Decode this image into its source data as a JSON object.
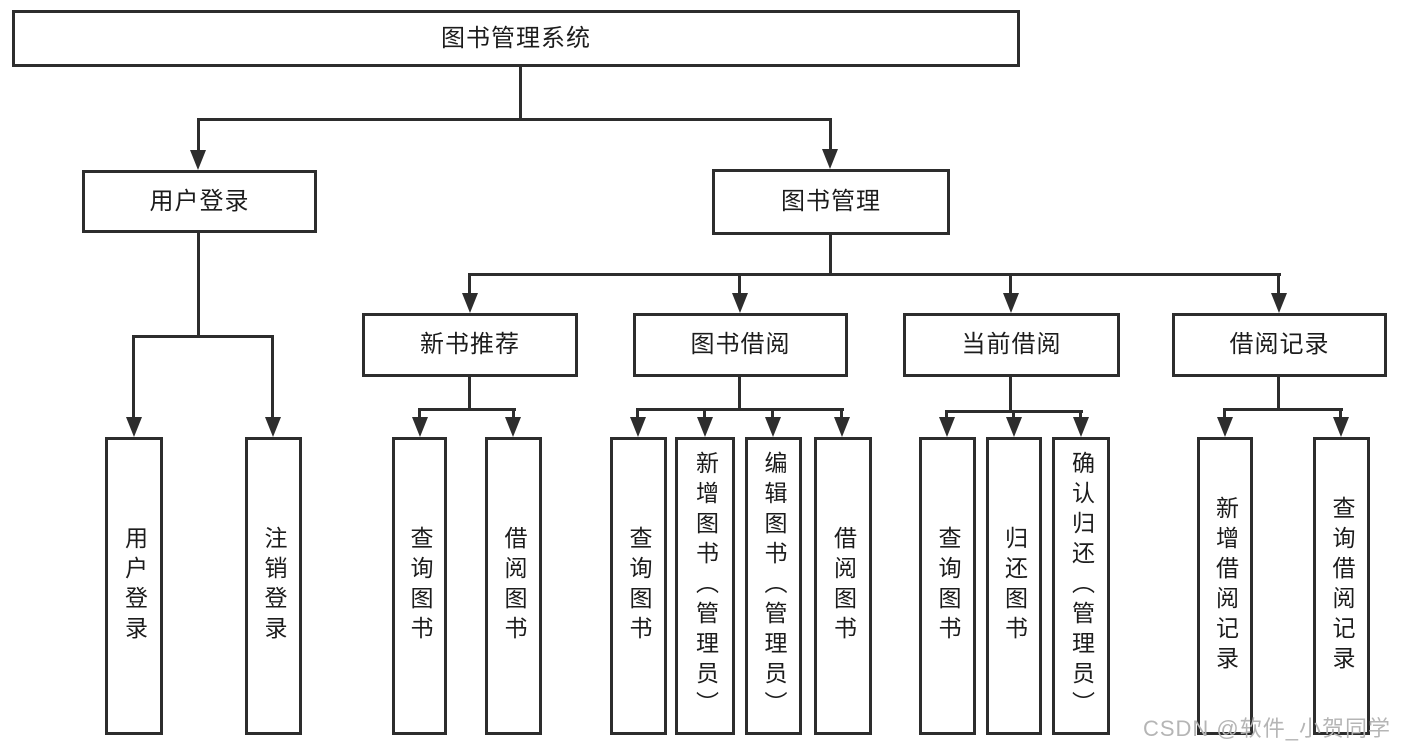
{
  "diagram": {
    "colors": {
      "line": "#2d2d2d",
      "text": "#1c1c1c",
      "watermark": "#b5b5b5",
      "background": "#ffffff"
    },
    "nodes": {
      "root": "图书管理系统",
      "user_login_group": "用户登录",
      "book_management": "图书管理",
      "new_book_recommend": "新书推荐",
      "book_borrowing": "图书借阅",
      "current_borrowing": "当前借阅",
      "borrowing_records": "借阅记录",
      "user_login": "用户登录",
      "logout": "注销登录",
      "nb_query_books": "查询图书",
      "nb_borrow_books": "借阅图书",
      "bb_query_books": "查询图书",
      "bb_add_books": "新增图书（管理员）",
      "bb_edit_books": "编辑图书（管理员）",
      "bb_borrow_books": "借阅图书",
      "cb_query_books": "查询图书",
      "cb_return_books": "归还图书",
      "cb_confirm_return": "确认归还（管理员）",
      "br_add_record": "新增借阅记录",
      "br_query_record": "查询借阅记录"
    },
    "watermark": "CSDN @软件_小贺同学"
  }
}
